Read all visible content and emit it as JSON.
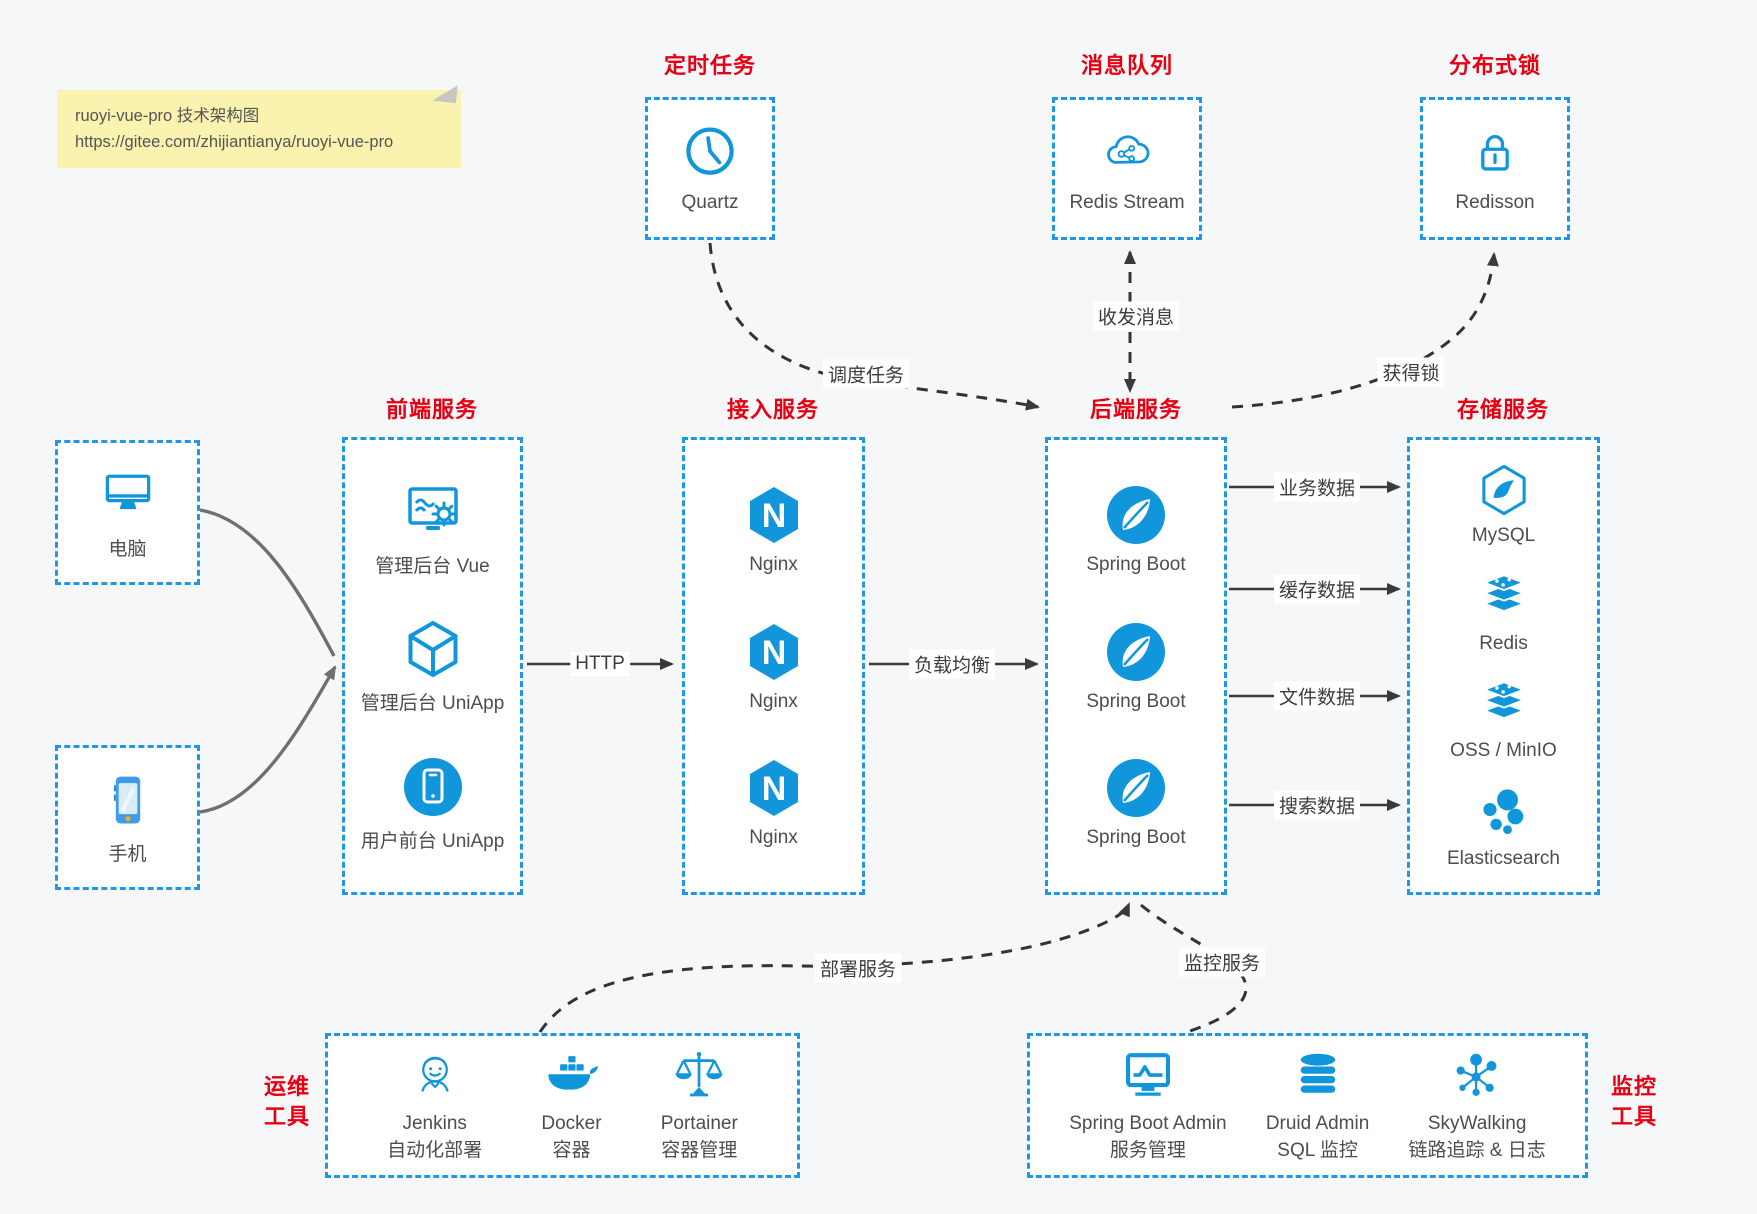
{
  "colors": {
    "accent_blue": "#1296db",
    "border_blue": "#1e97e6",
    "title_red": "#e60012",
    "note_bg": "#faf2af",
    "arrow_dark": "#3a3a3a",
    "arrow_gray": "#6f6f6f",
    "canvas_bg": "#f6f7f8",
    "label_text": "#4d4d4d"
  },
  "note": {
    "line1": "ruoyi-vue-pro 技术架构图",
    "line2": "https://gitee.com/zhijiantianya/ruoyi-vue-pro"
  },
  "top_services": [
    {
      "title": "定时任务",
      "item": "Quartz",
      "icon": "clock-icon"
    },
    {
      "title": "消息队列",
      "item": "Redis Stream",
      "icon": "cloud-share-icon"
    },
    {
      "title": "分布式锁",
      "item": "Redisson",
      "icon": "lock-icon"
    }
  ],
  "clients": [
    {
      "label": "电脑",
      "icon": "desktop-icon"
    },
    {
      "label": "手机",
      "icon": "smartphone-icon"
    }
  ],
  "columns": {
    "frontend": {
      "title": "前端服务",
      "items": [
        {
          "label": "管理后台 Vue",
          "icon": "admin-screen-gear-icon"
        },
        {
          "label": "管理后台 UniApp",
          "icon": "uniapp-cube-icon"
        },
        {
          "label": "用户前台 UniApp",
          "icon": "user-app-circle-icon"
        }
      ]
    },
    "access": {
      "title": "接入服务",
      "items": [
        {
          "label": "Nginx",
          "icon": "nginx-hexagon-icon"
        },
        {
          "label": "Nginx",
          "icon": "nginx-hexagon-icon"
        },
        {
          "label": "Nginx",
          "icon": "nginx-hexagon-icon"
        }
      ]
    },
    "backend": {
      "title": "后端服务",
      "items": [
        {
          "label": "Spring Boot",
          "icon": "spring-leaf-icon"
        },
        {
          "label": "Spring Boot",
          "icon": "spring-leaf-icon"
        },
        {
          "label": "Spring Boot",
          "icon": "spring-leaf-icon"
        }
      ]
    },
    "storage": {
      "title": "存储服务",
      "items": [
        {
          "label": "MySQL",
          "icon": "mysql-dolphin-icon"
        },
        {
          "label": "Redis",
          "icon": "redis-stack-icon"
        },
        {
          "label": "OSS / MinIO",
          "icon": "redis-stack-icon"
        },
        {
          "label": "Elasticsearch",
          "icon": "elasticsearch-cluster-icon"
        }
      ]
    }
  },
  "connectors": {
    "http": "HTTP",
    "load_balance": "负载均衡",
    "schedule": "调度任务",
    "messaging": "收发消息",
    "lock": "获得锁",
    "business_data": "业务数据",
    "cache_data": "缓存数据",
    "file_data": "文件数据",
    "search_data": "搜索数据",
    "deploy": "部署服务",
    "monitor": "监控服务"
  },
  "ops": {
    "line1": "运维",
    "line2": "工具",
    "items": [
      {
        "name": "Jenkins",
        "desc": "自动化部署",
        "icon": "jenkins-icon"
      },
      {
        "name": "Docker",
        "desc": "容器",
        "icon": "docker-whale-icon"
      },
      {
        "name": "Portainer",
        "desc": "容器管理",
        "icon": "scales-icon"
      }
    ]
  },
  "monitoring": {
    "line1": "监控",
    "line2": "工具",
    "items": [
      {
        "name": "Spring Boot Admin",
        "desc": "服务管理",
        "icon": "monitor-chart-icon"
      },
      {
        "name": "Druid Admin",
        "desc": "SQL 监控",
        "icon": "database-icon"
      },
      {
        "name": "SkyWalking",
        "desc": "链路追踪 & 日志",
        "icon": "topology-icon"
      }
    ]
  }
}
